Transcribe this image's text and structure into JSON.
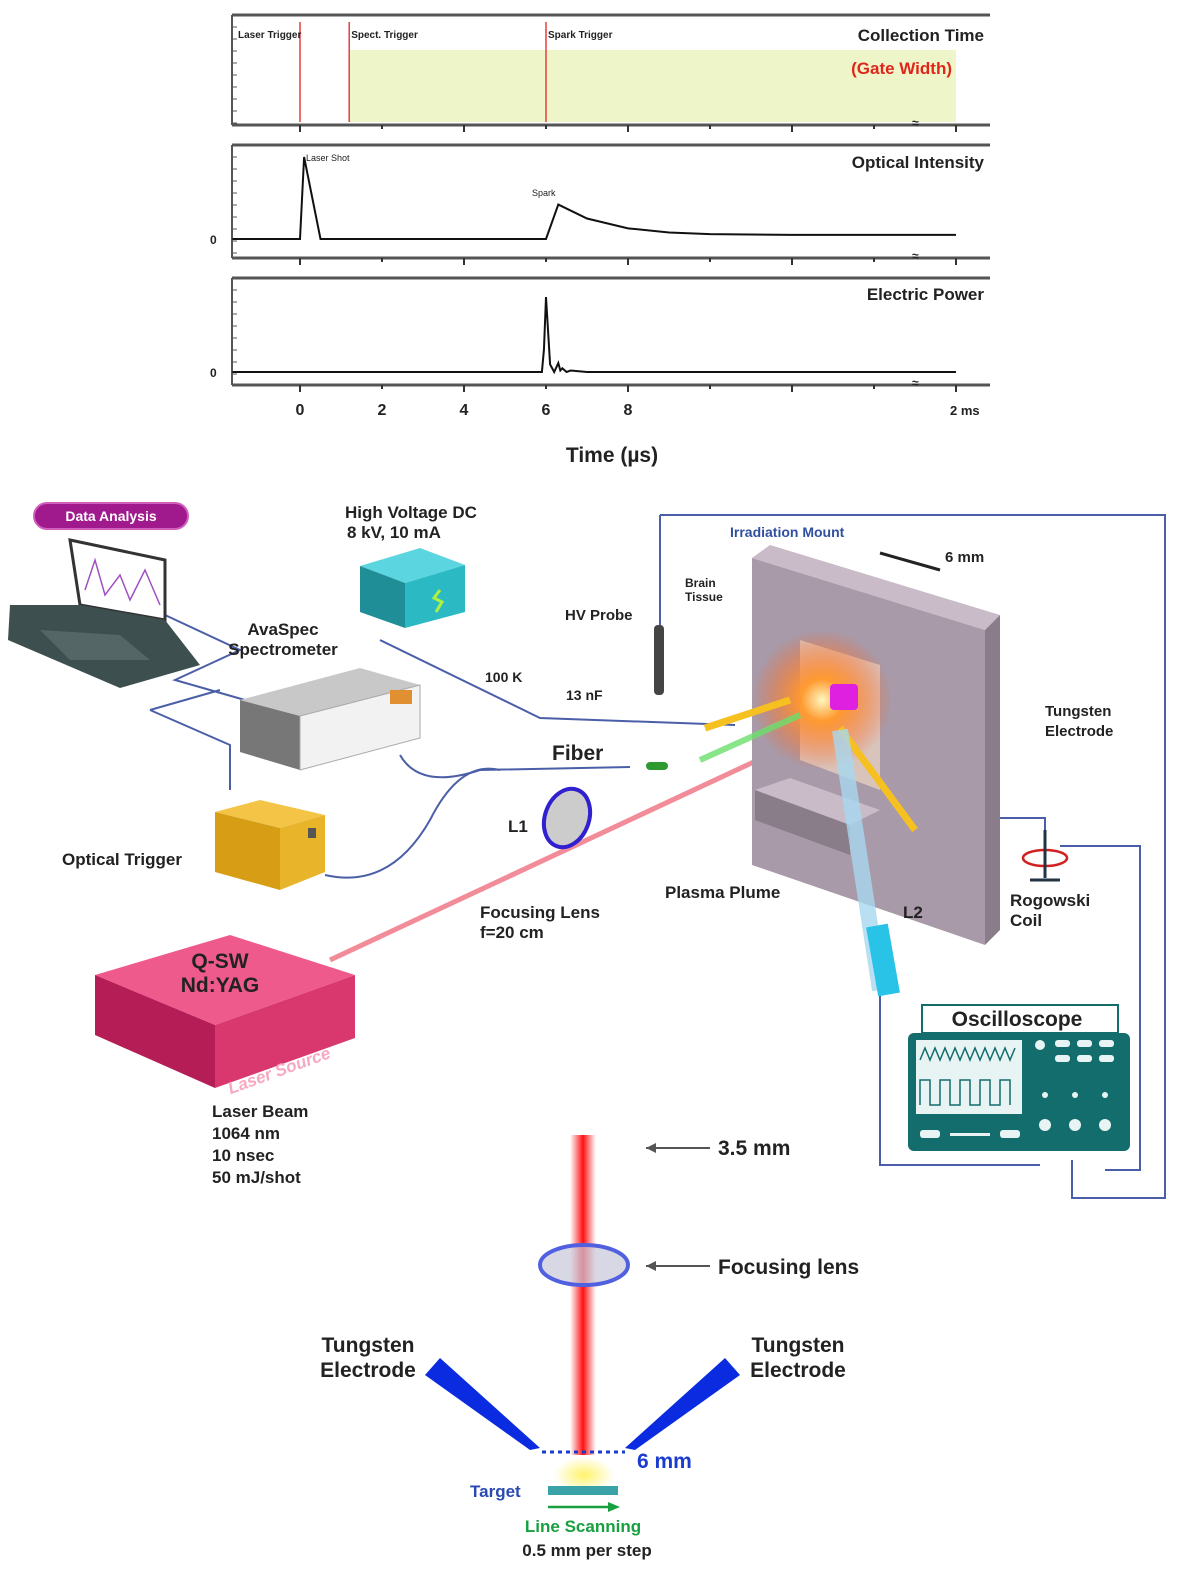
{
  "chart_data": {
    "type": "line",
    "xlabel": "Time (µs)",
    "x_ticks": [
      {
        "value": 0,
        "label": "0"
      },
      {
        "value": 2,
        "label": "2"
      },
      {
        "value": 4,
        "label": "4"
      },
      {
        "value": 6,
        "label": "6"
      },
      {
        "value": 8,
        "label": "8"
      },
      {
        "value": 16,
        "label": "2 ms"
      }
    ],
    "x_range": [
      -1.65,
      16
    ],
    "axis_break_label": "≈",
    "panels": [
      {
        "title": "Collection Time",
        "subtitle": "(Gate Width)",
        "subtitle_color": "#e0261b",
        "markers": [
          {
            "label": "Laser Trigger",
            "x": 0
          },
          {
            "label": "Spect. Trigger",
            "x": 1.2
          },
          {
            "label": "Spark Trigger",
            "x": 6
          }
        ],
        "gate": {
          "start": 1.2,
          "end": 16,
          "color": "#eef5c8"
        }
      },
      {
        "title": "Optical Intensity",
        "zero_label": "0",
        "annotations": [
          {
            "label": "Laser Shot",
            "x": 0
          },
          {
            "label": "Spark",
            "x": 6.3
          }
        ],
        "series": [
          {
            "x": [
              -1.65,
              0,
              0.1,
              0.5,
              1,
              5.95,
              6.0,
              6.3,
              7,
              8,
              9,
              10,
              12,
              14,
              16
            ],
            "y": [
              0,
              0,
              1.0,
              0,
              0,
              0,
              0,
              0.42,
              0.25,
              0.13,
              0.08,
              0.06,
              0.05,
              0.05,
              0.05
            ]
          }
        ]
      },
      {
        "title": "Electric Power",
        "zero_label": "0",
        "series": [
          {
            "x": [
              -1.65,
              5.9,
              5.95,
              6.0,
              6.1,
              6.2,
              6.3,
              6.35,
              6.4,
              6.5,
              6.6,
              7,
              16
            ],
            "y": [
              0,
              0,
              0.3,
              1.0,
              0.1,
              0,
              0.12,
              0.02,
              0.05,
              0,
              0.02,
              0,
              0
            ]
          }
        ]
      }
    ]
  },
  "setup": {
    "data_analysis": "Data Analysis",
    "hv_title": "High Voltage DC",
    "hv_spec": "8 kV, 10 mA",
    "spectrometer_1": "AvaSpec",
    "spectrometer_2": "Spectrometer",
    "resistor": "100 K",
    "capacitor": "13 nF",
    "hv_probe": "HV Probe",
    "fiber": "Fiber",
    "optical_trigger": "Optical Trigger",
    "l1": "L1",
    "focusing_lens_1": "Focusing Lens",
    "focusing_lens_2": "f=20 cm",
    "laser_1": "Q-SW",
    "laser_2": "Nd:YAG",
    "laser_source": "Laser Source",
    "beam_1": "Laser Beam",
    "beam_2": "1064 nm",
    "beam_3": "10 nsec",
    "beam_4": "50 mJ/shot",
    "irradiation_mount": "Irradiation Mount",
    "gap": "6 mm",
    "brain_1": "Brain",
    "brain_2": "Tissue",
    "tungsten_1": "Tungsten",
    "tungsten_2": "Electrode",
    "plasma_plume": "Plasma Plume",
    "l2": "L2",
    "rogowski_1": "Rogowski",
    "rogowski_2": "Coil",
    "oscilloscope": "Oscilloscope"
  },
  "detail": {
    "beam_width": "3.5 mm",
    "focusing_lens": "Focusing lens",
    "left_electrode_1": "Tungsten",
    "left_electrode_2": "Electrode",
    "right_electrode_1": "Tungsten",
    "right_electrode_2": "Electrode",
    "gap": "6 mm",
    "target": "Target",
    "scan_1": "Line Scanning",
    "scan_2": "0.5 mm per step"
  },
  "colors": {
    "laser": "#e8203a",
    "cable": "#4b5fa8",
    "hv_box": "#29b3bd",
    "laser_box": "#d9386e",
    "trigger_box": "#e3aa1d",
    "electrode": "#0a2be0",
    "scope": "#146d6d"
  }
}
